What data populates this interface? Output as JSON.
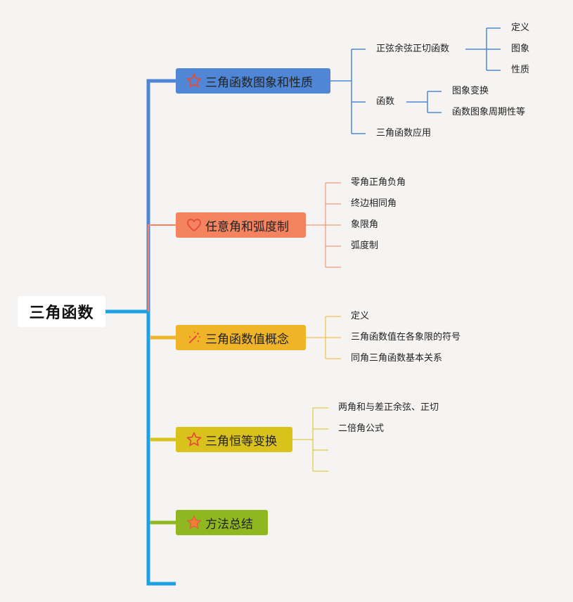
{
  "root": {
    "label": "三角函数"
  },
  "branches": [
    {
      "label": "三角函数图象和性质",
      "color": "#4f86d6",
      "icon": "star-outline-icon",
      "children": [
        {
          "label": "正弦余弦正切函数",
          "children": [
            {
              "label": "定义"
            },
            {
              "label": "图象"
            },
            {
              "label": "性质"
            }
          ]
        },
        {
          "label": "函数",
          "children": [
            {
              "label": "图象变换"
            },
            {
              "label": "函数图象周期性等"
            }
          ]
        },
        {
          "label": "三角函数应用"
        }
      ]
    },
    {
      "label": "任意角和弧度制",
      "color": "#f4845f",
      "icon": "heart-outline-icon",
      "children": [
        {
          "label": "零角正角负角"
        },
        {
          "label": "终边相同角"
        },
        {
          "label": "象限角"
        },
        {
          "label": "弧度制"
        },
        {
          "label": ""
        }
      ]
    },
    {
      "label": "三角函数值概念",
      "color": "#f0b429",
      "icon": "magic-wand-icon",
      "children": [
        {
          "label": "定义"
        },
        {
          "label": "三角函数值在各象限的符号"
        },
        {
          "label": "同角三角函数基本关系"
        }
      ]
    },
    {
      "label": "三角恒等变换",
      "color": "#d9c21c",
      "icon": "star-outline-icon",
      "children": [
        {
          "label": "两角和与差正余弦、正切"
        },
        {
          "label": "二倍角公式"
        },
        {
          "label": ""
        },
        {
          "label": ""
        }
      ]
    },
    {
      "label": "方法总结",
      "color": "#8fb820",
      "icon": "star-filled-icon",
      "children": []
    }
  ],
  "colors": {
    "trunk": "#1da1e2",
    "icon_red": "#e64b3c",
    "icon_star_filled": "#f07d38"
  }
}
